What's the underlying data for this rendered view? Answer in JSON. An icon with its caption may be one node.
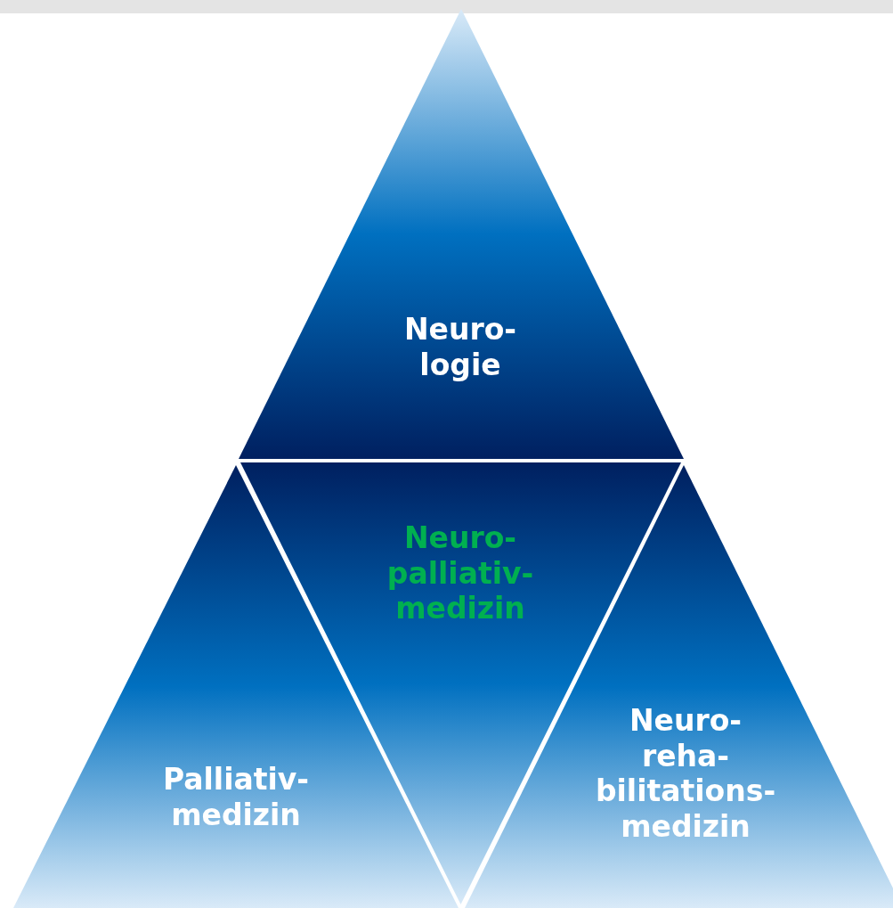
{
  "diagram": {
    "nodes": [
      {
        "text": [],
        "shape": "bar"
      },
      {
        "text": [
          "Neuro- logie"
        ]
      },
      {
        "text": [
          "Palliativ- medizin"
        ]
      },
      {
        "text": [
          "Neuro- palliativ- medizin"
        ]
      },
      {
        "text": [
          "Neuro- reha- bilitations- medizin"
        ]
      }
    ]
  }
}
